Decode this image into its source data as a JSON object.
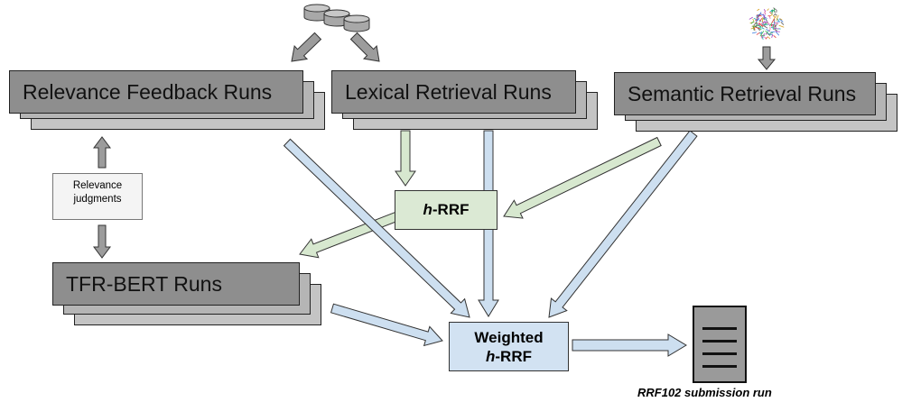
{
  "runs": {
    "relevance_feedback": "Relevance Feedback Runs",
    "lexical": "Lexical Retrieval Runs",
    "semantic": "Semantic Retrieval Runs",
    "tfr_bert": "TFR-BERT Runs"
  },
  "fusion": {
    "hrrf_prefix": "h",
    "hrrf_suffix": "-RRF",
    "weighted_line1": "Weighted",
    "weighted_prefix": "h",
    "weighted_suffix": "-RRF"
  },
  "note": {
    "line1": "Relevance",
    "line2": "judgments"
  },
  "output": {
    "caption": "RRF102 submission run"
  },
  "colors": {
    "green_arrow": "#d7e8cf",
    "blue_arrow": "#cddff0",
    "gray_arrow": "#9c9c9c",
    "run_box": "#8e8e8e",
    "hrrf_box": "#dbe9d4",
    "weighted_box": "#d2e2f2"
  },
  "icons": [
    "database-icon",
    "embedding-cloud-icon",
    "document-icon"
  ]
}
